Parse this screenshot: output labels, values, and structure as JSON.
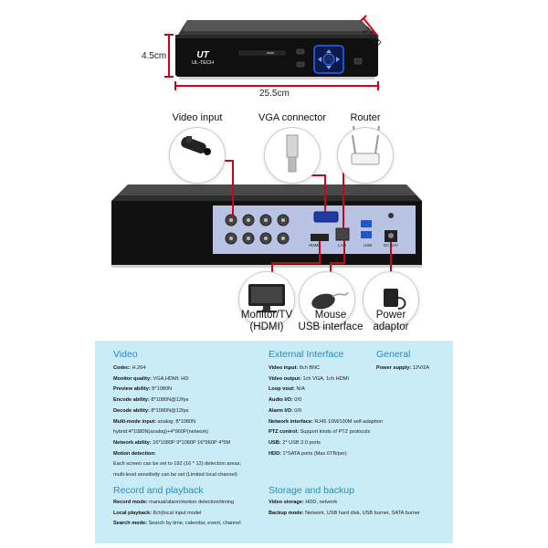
{
  "product": {
    "brand": "UL-TECH",
    "brand_mark": "UT",
    "dimensions": {
      "height": "4.5cm",
      "width": "25.5cm",
      "depth": "21cm"
    }
  },
  "connections": {
    "top": [
      "Video input",
      "VGA connector",
      "Router"
    ],
    "bottom": [
      "Monitor/TV (HDMI)",
      "Mouse USB interface",
      "Power adaptor"
    ],
    "bottom_lines": [
      [
        "Monitor/TV",
        "(HDMI)"
      ],
      [
        "Mouse",
        "USB interface"
      ],
      [
        "Power",
        "adaptor"
      ]
    ],
    "panel_labels": {
      "hdmi": "HDMI",
      "lan": "LAN",
      "usb": "USB",
      "dc": "DC 12V"
    }
  },
  "specs": {
    "video": {
      "title": "Video",
      "rows": [
        {
          "label": "Codec:",
          "value": "H.264"
        },
        {
          "label": "Monitor quality:",
          "value": "VGA,HDMI: HD"
        },
        {
          "label": "Preview ability:",
          "value": "8*1080N"
        },
        {
          "label": "Encode ability:",
          "value": "8*1080N@12fps"
        },
        {
          "label": "Decode ability:",
          "value": "8*1080N@12fps"
        },
        {
          "label": "Multi-mode input:",
          "value": "analog: 8*1080N"
        },
        {
          "label": "",
          "value": "hybrid:4*1080N(analog)+4*960P(network)"
        },
        {
          "label": "Network ability:",
          "value": "16*1080P   9*1080P   16*960P   4*5M"
        },
        {
          "label": "Motion detection:",
          "value": ""
        },
        {
          "label": "",
          "value": "Each screen can be set to 192 (16 * 12) detection areas;"
        },
        {
          "label": "",
          "value": "multi-level sensitivity can be set (Limited local channel)"
        }
      ]
    },
    "external": {
      "title": "External Interface",
      "rows": [
        {
          "label": "Video input:",
          "value": "8ch BNC"
        },
        {
          "label": "Video output:",
          "value": "1ch VGA, 1ch HDMI"
        },
        {
          "label": "Loop vout:",
          "value": "N/A"
        },
        {
          "label": "Audio I/O:",
          "value": "0/0"
        },
        {
          "label": "Alarm I/O:",
          "value": "0/0"
        },
        {
          "label": "Network interface:",
          "value": "RJ45 10M/100M self-adaption"
        },
        {
          "label": "PTZ control:",
          "value": "Support kinds of PTZ protocols"
        },
        {
          "label": "USB:",
          "value": "2* USB 2.0 ports"
        },
        {
          "label": "HDD:",
          "value": "1*SATA ports (Max 6TB/per)"
        }
      ]
    },
    "general": {
      "title": "General",
      "rows": [
        {
          "label": "Power supply:",
          "value": "12V/2A"
        }
      ]
    },
    "record": {
      "title": "Record and playback",
      "rows": [
        {
          "label": "Record mode:",
          "value": "manual/alarm/motion detection/timing"
        },
        {
          "label": "Local playback:",
          "value": "8ch(local input model"
        },
        {
          "label": "Search mode:",
          "value": "Search by time, calendar, event, channel"
        }
      ]
    },
    "storage": {
      "title": "Storage and backup",
      "rows": [
        {
          "label": "Video storage:",
          "value": "HDD, network"
        },
        {
          "label": "Backup mode:",
          "value": "Network, USB hard disk, USB burner, SATA burner"
        }
      ]
    }
  }
}
